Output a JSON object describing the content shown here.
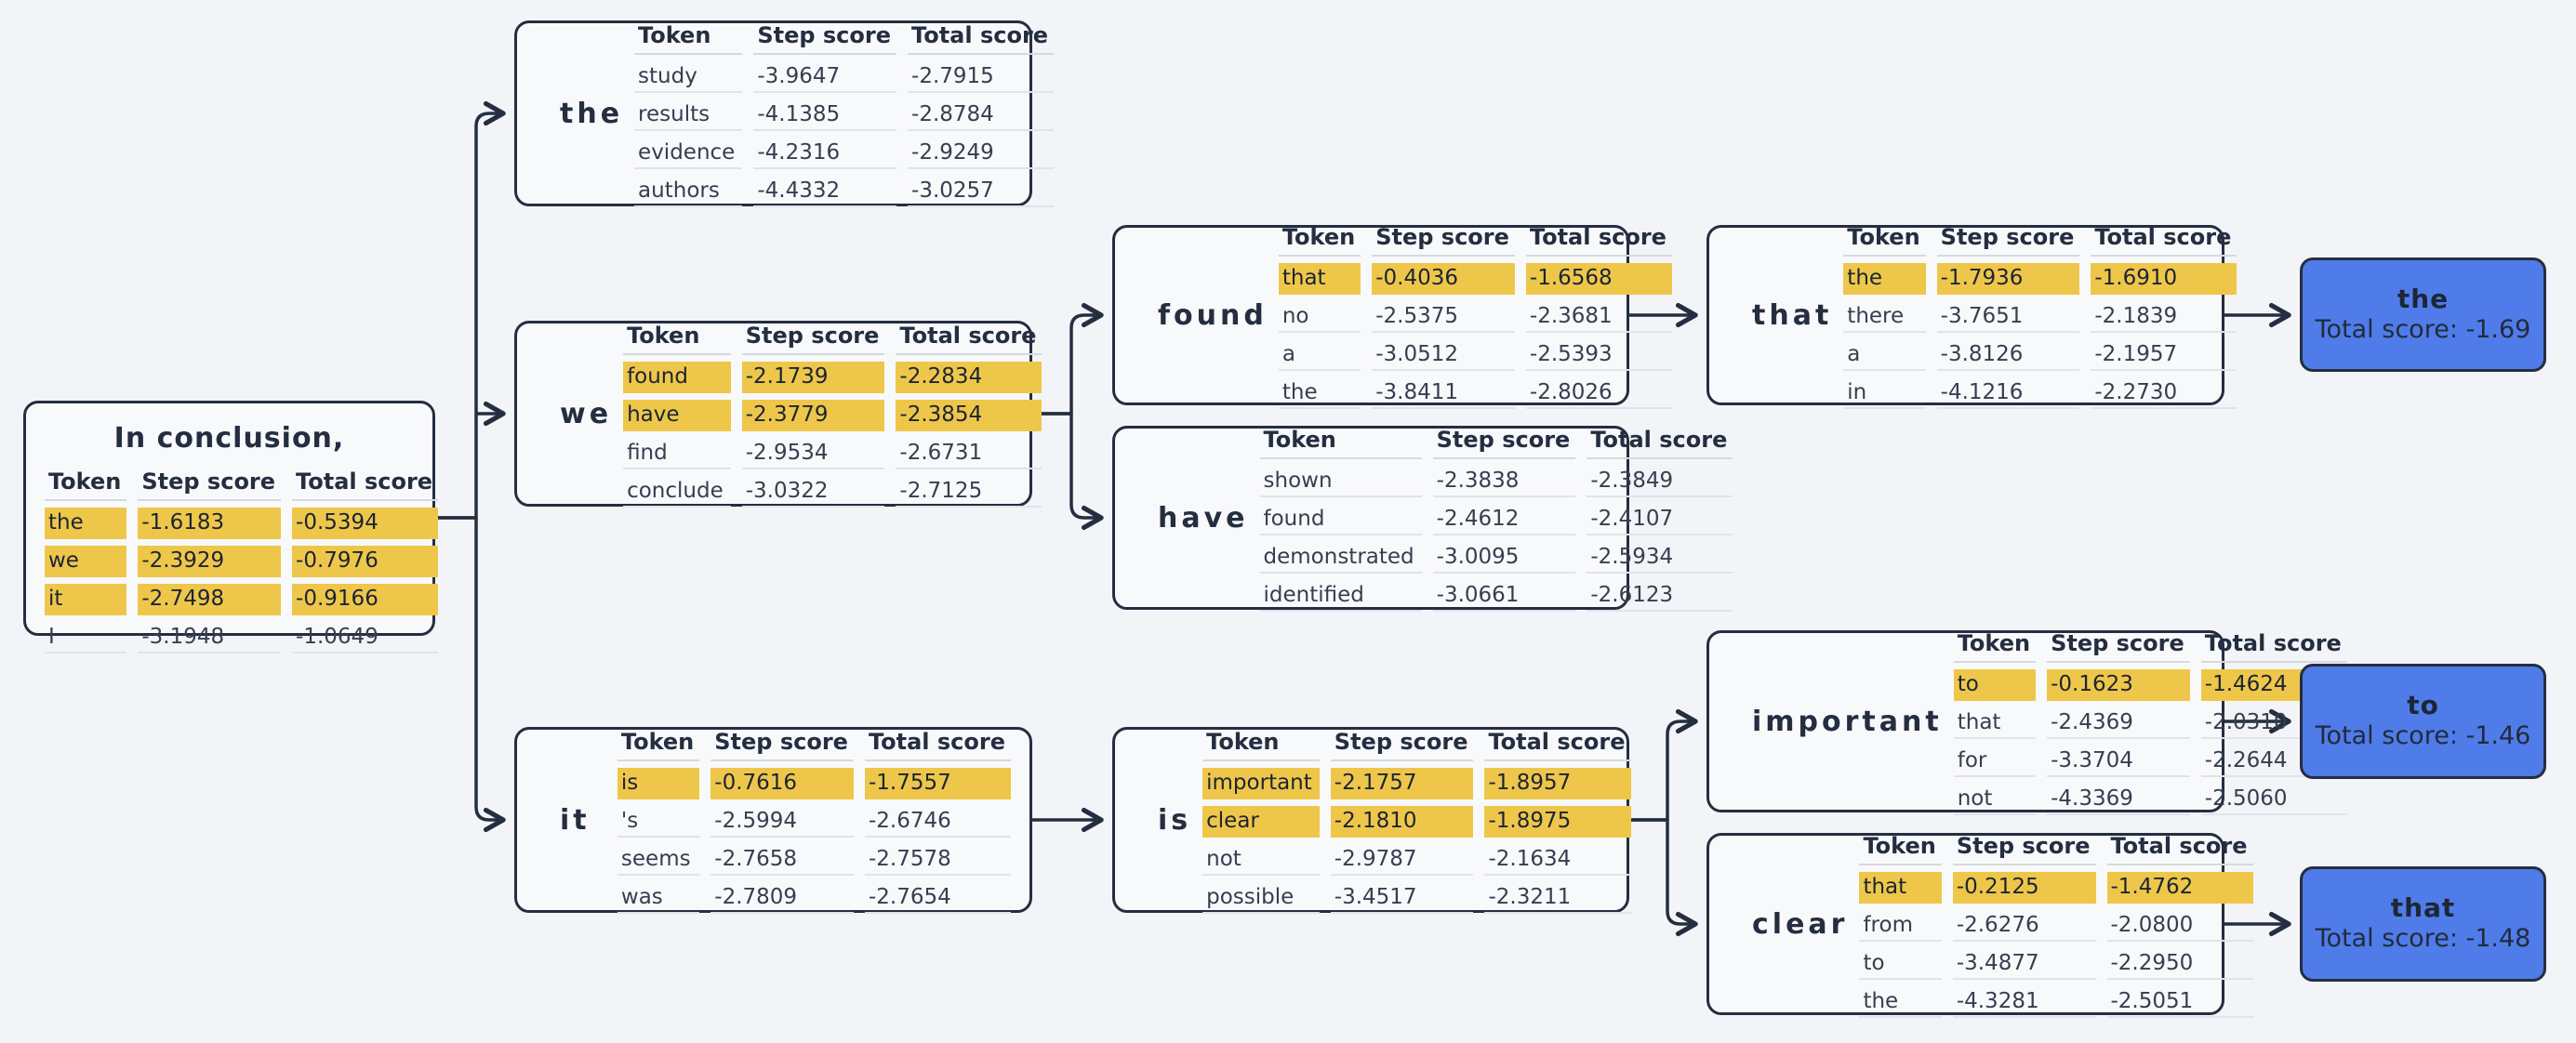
{
  "canvas": {
    "background": "#f2f4f7",
    "node_fill": "#f8f9fb",
    "line_color": "#252e40",
    "highlight_color": "#eec74a",
    "result_fill": "#4f7ce9"
  },
  "headers": {
    "token": "Token",
    "step": "Step score",
    "total": "Total score"
  },
  "nodes": [
    {
      "id": "root",
      "label": "In conclusion,",
      "highlighted_rows": [
        0,
        1,
        2
      ],
      "rows": [
        {
          "token": "the",
          "step": "-1.6183",
          "total": "-0.5394"
        },
        {
          "token": "we",
          "step": "-2.3929",
          "total": "-0.7976"
        },
        {
          "token": "it",
          "step": "-2.7498",
          "total": "-0.9166"
        },
        {
          "token": "I",
          "step": "-3.1948",
          "total": "-1.0649"
        }
      ]
    },
    {
      "id": "the",
      "label": "the",
      "highlighted_rows": [],
      "rows": [
        {
          "token": "study",
          "step": "-3.9647",
          "total": "-2.7915"
        },
        {
          "token": "results",
          "step": "-4.1385",
          "total": "-2.8784"
        },
        {
          "token": "evidence",
          "step": "-4.2316",
          "total": "-2.9249"
        },
        {
          "token": "authors",
          "step": "-4.4332",
          "total": "-3.0257"
        }
      ]
    },
    {
      "id": "we",
      "label": "we",
      "highlighted_rows": [
        0,
        1
      ],
      "rows": [
        {
          "token": "found",
          "step": "-2.1739",
          "total": "-2.2834"
        },
        {
          "token": "have",
          "step": "-2.3779",
          "total": "-2.3854"
        },
        {
          "token": "find",
          "step": "-2.9534",
          "total": "-2.6731"
        },
        {
          "token": "conclude",
          "step": "-3.0322",
          "total": "-2.7125"
        }
      ]
    },
    {
      "id": "it",
      "label": "it",
      "highlighted_rows": [
        0
      ],
      "rows": [
        {
          "token": "is",
          "step": "-0.7616",
          "total": "-1.7557"
        },
        {
          "token": "'s",
          "step": "-2.5994",
          "total": "-2.6746"
        },
        {
          "token": "seems",
          "step": "-2.7658",
          "total": "-2.7578"
        },
        {
          "token": "was",
          "step": "-2.7809",
          "total": "-2.7654"
        }
      ]
    },
    {
      "id": "found",
      "label": "found",
      "highlighted_rows": [
        0
      ],
      "rows": [
        {
          "token": "that",
          "step": "-0.4036",
          "total": "-1.6568"
        },
        {
          "token": "no",
          "step": "-2.5375",
          "total": "-2.3681"
        },
        {
          "token": "a",
          "step": "-3.0512",
          "total": "-2.5393"
        },
        {
          "token": "the",
          "step": "-3.8411",
          "total": "-2.8026"
        }
      ]
    },
    {
      "id": "have",
      "label": "have",
      "highlighted_rows": [],
      "rows": [
        {
          "token": "shown",
          "step": "-2.3838",
          "total": "-2.3849"
        },
        {
          "token": "found",
          "step": "-2.4612",
          "total": "-2.4107"
        },
        {
          "token": "demonstrated",
          "step": "-3.0095",
          "total": "-2.5934"
        },
        {
          "token": "identified",
          "step": "-3.0661",
          "total": "-2.6123"
        }
      ]
    },
    {
      "id": "is",
      "label": "is",
      "highlighted_rows": [
        0,
        1
      ],
      "rows": [
        {
          "token": "important",
          "step": "-2.1757",
          "total": "-1.8957"
        },
        {
          "token": "clear",
          "step": "-2.1810",
          "total": "-1.8975"
        },
        {
          "token": "not",
          "step": "-2.9787",
          "total": "-2.1634"
        },
        {
          "token": "possible",
          "step": "-3.4517",
          "total": "-2.3211"
        }
      ]
    },
    {
      "id": "that",
      "label": "that",
      "highlighted_rows": [
        0
      ],
      "rows": [
        {
          "token": "the",
          "step": "-1.7936",
          "total": "-1.6910"
        },
        {
          "token": "there",
          "step": "-3.7651",
          "total": "-2.1839"
        },
        {
          "token": "a",
          "step": "-3.8126",
          "total": "-2.1957"
        },
        {
          "token": "in",
          "step": "-4.1216",
          "total": "-2.2730"
        }
      ]
    },
    {
      "id": "important",
      "label": "important",
      "highlighted_rows": [
        0
      ],
      "rows": [
        {
          "token": "to",
          "step": "-0.1623",
          "total": "-1.4624"
        },
        {
          "token": "that",
          "step": "-2.4369",
          "total": "-2.0310"
        },
        {
          "token": "for",
          "step": "-3.3704",
          "total": "-2.2644"
        },
        {
          "token": "not",
          "step": "-4.3369",
          "total": "-2.5060"
        }
      ]
    },
    {
      "id": "clear",
      "label": "clear",
      "highlighted_rows": [
        0
      ],
      "rows": [
        {
          "token": "that",
          "step": "-0.2125",
          "total": "-1.4762"
        },
        {
          "token": "from",
          "step": "-2.6276",
          "total": "-2.0800"
        },
        {
          "token": "to",
          "step": "-3.4877",
          "total": "-2.2950"
        },
        {
          "token": "the",
          "step": "-4.3281",
          "total": "-2.5051"
        }
      ]
    }
  ],
  "results": [
    {
      "id": "the",
      "token": "the",
      "score": "Total score: -1.69"
    },
    {
      "id": "to",
      "token": "to",
      "score": "Total score: -1.46"
    },
    {
      "id": "that",
      "token": "that",
      "score": "Total score: -1.48"
    }
  ]
}
